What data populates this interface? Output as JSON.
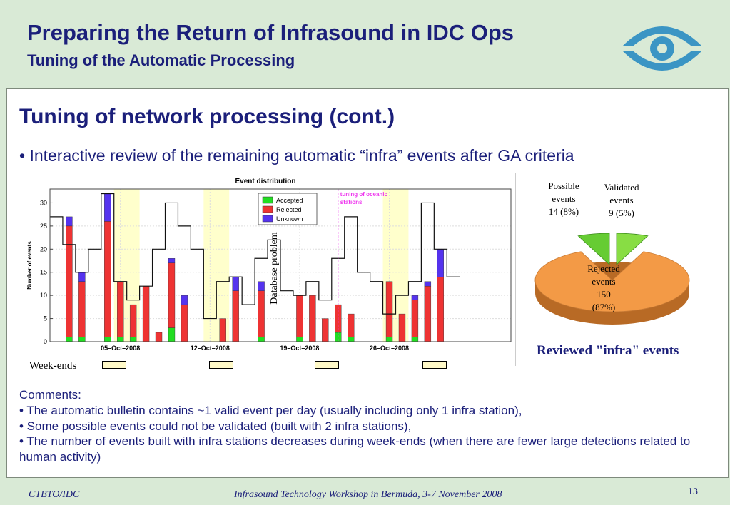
{
  "header": {
    "title": "Preparing the Return of Infrasound in IDC Ops",
    "subtitle": "Tuning of the Automatic Processing",
    "logo_icon": "ctbto-eye-logo-icon",
    "logo_color": "#3b95c4"
  },
  "content": {
    "section_title": "Tuning of network processing (cont.)",
    "bullet": "• Interactive review of the remaining automatic “infra” events after GA criteria"
  },
  "chart_data": [
    {
      "type": "bar",
      "title": "Event distribution",
      "ylabel": "Number of events",
      "xlabel": "",
      "ylim": [
        0,
        33
      ],
      "yticks": [
        0,
        5,
        10,
        15,
        20,
        25,
        30
      ],
      "xlim": [
        0,
        36
      ],
      "xtick_labels": [
        {
          "x": 5.5,
          "label": "05–Oct–2008"
        },
        {
          "x": 12.5,
          "label": "12–Oct–2008"
        },
        {
          "x": 19.5,
          "label": "19–Oct–2008"
        },
        {
          "x": 26.5,
          "label": "26–Oct–2008"
        }
      ],
      "legend": {
        "placement": "top-center",
        "entries": [
          "Accepted",
          "Rejected",
          "Unknown"
        ]
      },
      "colors": {
        "Accepted": "#22dd22",
        "Rejected": "#ee3333",
        "Unknown": "#5533ee",
        "weekend": "#ffffcc",
        "outline": "#111111",
        "marker": "#ee33ee"
      },
      "weekend_spans": [
        [
          5,
          7
        ],
        [
          12,
          14
        ],
        [
          26,
          28
        ]
      ],
      "oceanic_tuning_x": 22.5,
      "annotations": {
        "oceanic": "tuning of oceanic stations",
        "database": "Database problem"
      },
      "days": [
        1,
        2,
        4,
        5,
        6,
        7,
        8,
        9,
        10,
        11,
        13,
        14,
        15,
        16,
        19,
        20,
        21,
        22,
        23,
        24,
        26,
        27,
        28,
        29,
        30,
        31,
        32
      ],
      "accepted": [
        1,
        1,
        1,
        1,
        1,
        0,
        0,
        3,
        0,
        0,
        0,
        0,
        0,
        1,
        1,
        0,
        0,
        2,
        1,
        0,
        1,
        0,
        1,
        0,
        0,
        0,
        0
      ],
      "rejected": [
        24,
        12,
        25,
        12,
        7,
        12,
        2,
        14,
        8,
        0,
        5,
        11,
        0,
        10,
        9,
        10,
        5,
        6,
        5,
        0,
        12,
        6,
        8,
        12,
        14,
        0,
        0
      ],
      "unknown": [
        2,
        2,
        6,
        0,
        0,
        0,
        0,
        1,
        2,
        0,
        0,
        3,
        0,
        2,
        0,
        0,
        0,
        0,
        0,
        0,
        0,
        0,
        1,
        1,
        6,
        0,
        0
      ],
      "outline_points": [
        [
          0,
          27
        ],
        [
          1,
          27
        ],
        [
          1,
          21
        ],
        [
          2,
          21
        ],
        [
          2,
          15
        ],
        [
          3,
          15
        ],
        [
          3,
          20
        ],
        [
          4,
          20
        ],
        [
          4,
          32
        ],
        [
          5,
          32
        ],
        [
          5,
          13
        ],
        [
          6,
          13
        ],
        [
          6,
          9
        ],
        [
          7,
          9
        ],
        [
          7,
          12
        ],
        [
          8,
          12
        ],
        [
          8,
          20
        ],
        [
          9,
          20
        ],
        [
          9,
          30
        ],
        [
          10,
          30
        ],
        [
          10,
          25
        ],
        [
          11,
          25
        ],
        [
          11,
          20
        ],
        [
          12,
          20
        ],
        [
          12,
          5
        ],
        [
          13,
          5
        ],
        [
          13,
          13
        ],
        [
          14,
          13
        ],
        [
          14,
          14
        ],
        [
          15,
          14
        ],
        [
          15,
          8
        ],
        [
          16,
          8
        ],
        [
          16,
          18
        ],
        [
          17,
          18
        ],
        [
          17,
          22
        ],
        [
          18,
          22
        ],
        [
          18,
          11
        ],
        [
          19,
          11
        ],
        [
          19,
          10
        ],
        [
          20,
          10
        ],
        [
          20,
          13
        ],
        [
          21,
          13
        ],
        [
          21,
          9
        ],
        [
          22,
          9
        ],
        [
          22,
          18
        ],
        [
          23,
          18
        ],
        [
          23,
          27
        ],
        [
          24,
          27
        ],
        [
          24,
          15
        ],
        [
          25,
          15
        ],
        [
          25,
          13
        ],
        [
          26,
          13
        ],
        [
          26,
          6
        ],
        [
          27,
          6
        ],
        [
          27,
          10
        ],
        [
          28,
          10
        ],
        [
          28,
          13
        ],
        [
          29,
          13
        ],
        [
          29,
          30
        ],
        [
          30,
          30
        ],
        [
          30,
          20
        ],
        [
          31,
          20
        ],
        [
          31,
          14
        ],
        [
          32,
          14
        ]
      ]
    },
    {
      "type": "pie",
      "title": "Reviewed \"infra\" events",
      "slices": [
        {
          "name": "Possible events",
          "value": 14,
          "percent": 8,
          "color": "#66cc33",
          "label_lines": [
            "Possible",
            "events",
            "14 (8%)"
          ]
        },
        {
          "name": "Validated events",
          "value": 9,
          "percent": 5,
          "color": "#88dd44",
          "label_lines": [
            "Validated",
            "events",
            "9 (5%)"
          ]
        },
        {
          "name": "Rejected events",
          "value": 150,
          "percent": 87,
          "color": "#f39a46",
          "label_lines": [
            "Rejected",
            "events",
            "150",
            "(87%)"
          ]
        }
      ]
    }
  ],
  "weekends_label": "Week-ends",
  "comments": {
    "heading": "Comments:",
    "items": [
      "• The automatic bulletin contains ~1 valid event per day (usually including only 1 infra station),",
      "• Some possible events could not be validated (built with 2 infra stations),",
      "• The number of events built with infra stations decreases during week-ends (when there are fewer large detections related to human activity)"
    ]
  },
  "footer": {
    "left": "CTBTO/IDC",
    "center": "Infrasound Technology Workshop in Bermuda, 3-7 November 2008",
    "page": "13"
  }
}
